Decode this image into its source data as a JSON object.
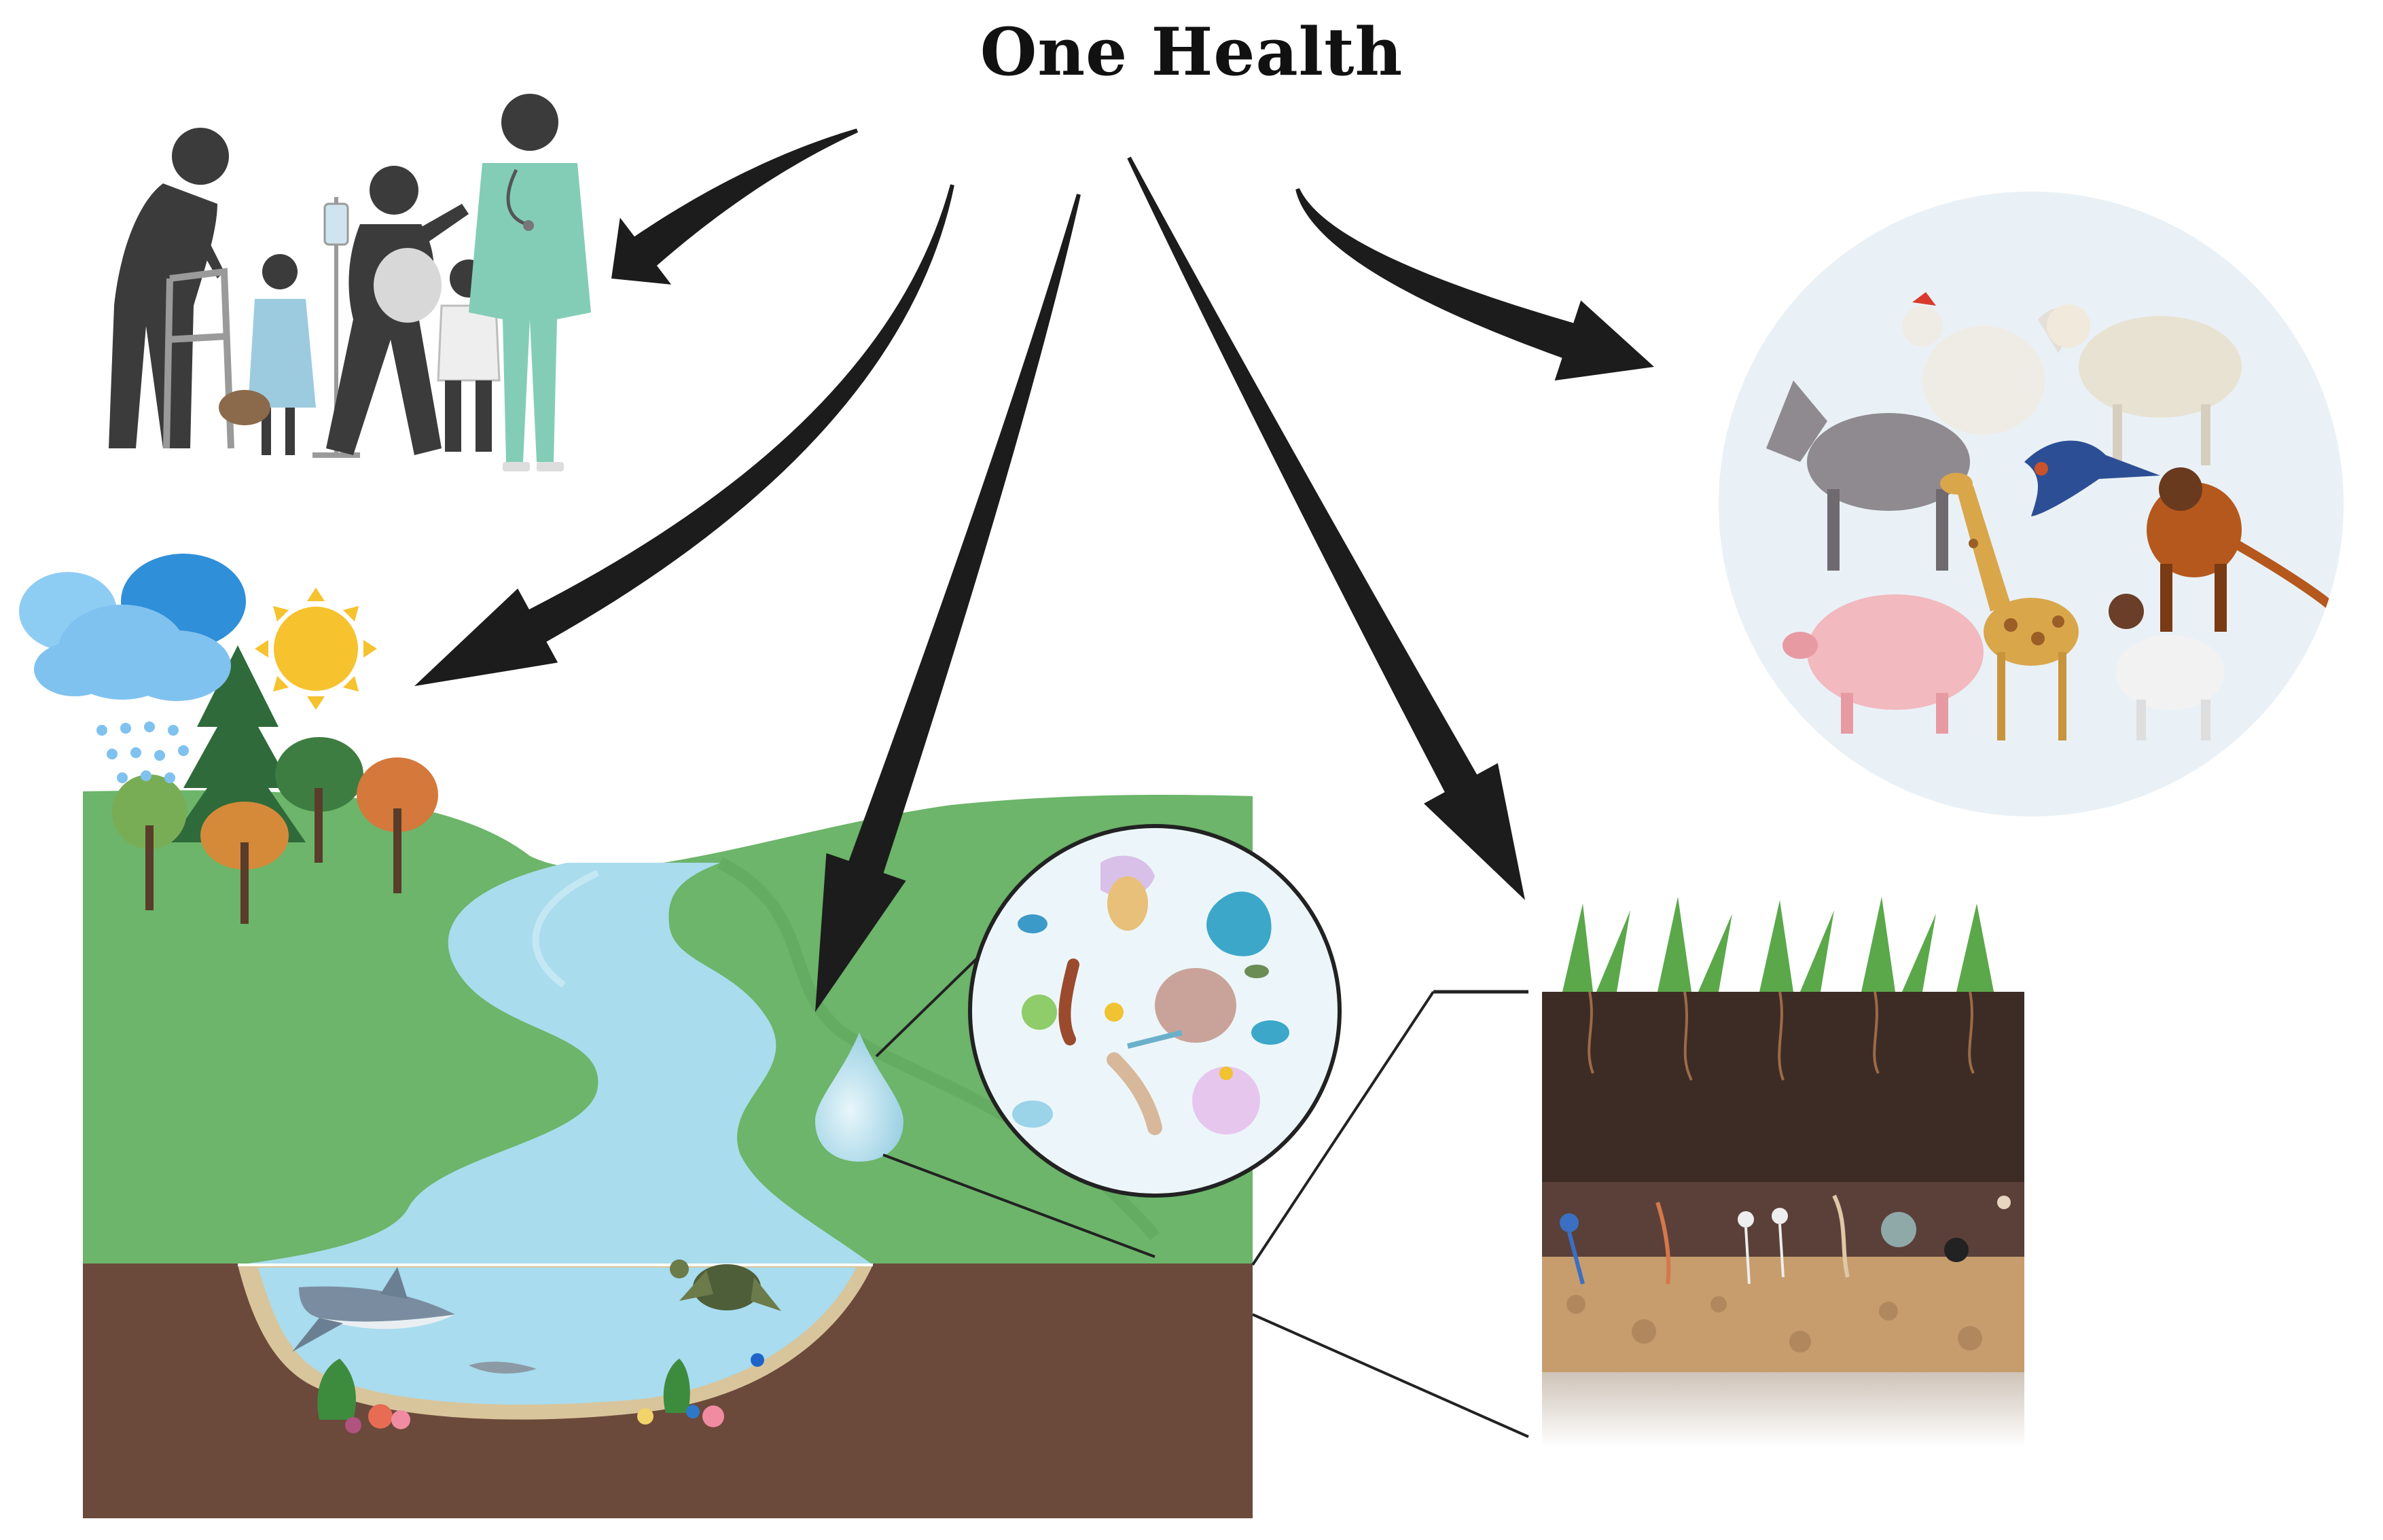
{
  "title": "One Health",
  "colors": {
    "arrow": "#1c1c1c",
    "grass": "#6cb56a",
    "river": "#a9dcec",
    "ground": "#6b4a3b",
    "sky": "#e9f1f6",
    "sun": "#f6c22e",
    "cloud": "#7fc2ef",
    "silhouette": "#3e3e3e",
    "scrubs": "#83cdb7",
    "soil_topsoil": "#3d2b25",
    "soil_subsoil": "#5a4039",
    "soil_sand": "#c79d6e"
  },
  "nodes": [
    {
      "id": "human-health",
      "icon": "human-family-icon"
    },
    {
      "id": "environment",
      "icon": "landscape-icon"
    },
    {
      "id": "water-microbes",
      "icon": "microscope-water-drop-icon"
    },
    {
      "id": "soil-microbes",
      "icon": "soil-profile-icon"
    },
    {
      "id": "animal-health",
      "icon": "animals-circle-icon"
    }
  ]
}
